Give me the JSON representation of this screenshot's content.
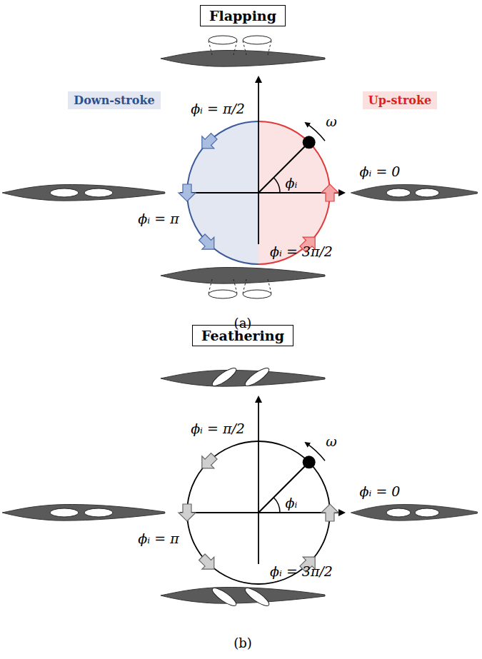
{
  "diagram": {
    "nodes": [
      {
        "text": [
          "Flapping"
        ]
      },
      {
        "text": [
          "Down-stroke"
        ]
      },
      {
        "text": [
          "Up-stroke"
        ]
      },
      {
        "text": [
          "Feathering"
        ]
      }
    ],
    "labels": [
      "ϕᵢ = π/2",
      "ϕᵢ = 0",
      "ϕᵢ = π",
      "ϕᵢ = 3π/2",
      "ϕᵢ",
      "ω",
      "(a)",
      "ϕᵢ = π/2",
      "ϕᵢ = 0",
      "ϕᵢ = π",
      "ϕᵢ = 3π/2",
      "ϕᵢ",
      "ω",
      "(b)"
    ]
  }
}
